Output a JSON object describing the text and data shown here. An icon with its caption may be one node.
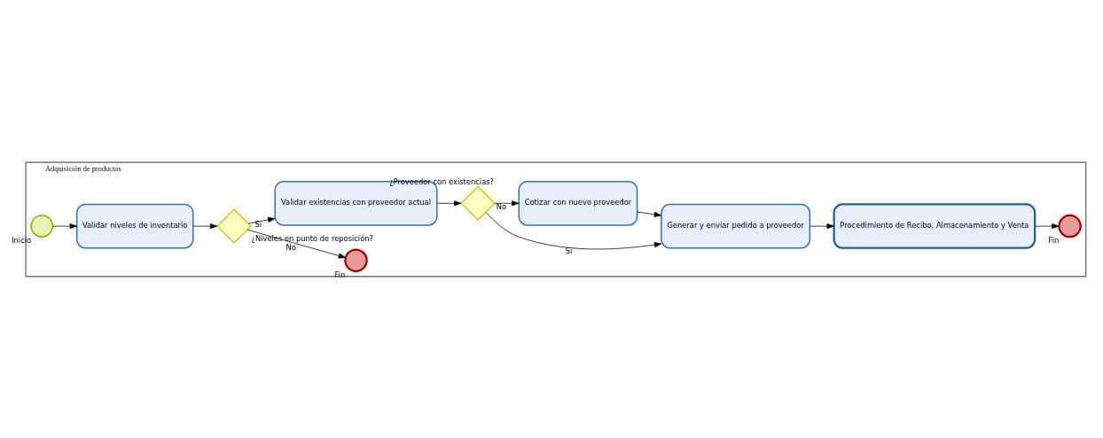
{
  "diagram": {
    "nodes": [
      {
        "text": [
          "Adquisición de productos"
        ]
      },
      {
        "text": [
          "Inicio"
        ],
        "in": 0
      },
      {
        "text": [
          "Validar niveles de inventario"
        ],
        "in": 0
      },
      {
        "text": [
          "¿Niveles en punto de reposición?"
        ],
        "in": 0
      },
      {
        "text": [
          "Fin"
        ],
        "in": 0
      },
      {
        "text": [
          "Validar existencias con proveedor actual"
        ],
        "in": 0
      },
      {
        "text": [
          "¿Proveedor con existencias?"
        ],
        "in": 0
      },
      {
        "text": [
          "Generar y enviar pedido a proveedor"
        ],
        "in": 0
      },
      {
        "text": [
          "Cotizar con nuevo proveedor"
        ],
        "in": 0
      },
      {
        "text": [
          "Procedimiento de Recibo, Almacenamiento y Venta"
        ],
        "in": 0
      },
      {
        "text": [
          "Fin"
        ],
        "in": 0
      }
    ],
    "edges": [
      {
        "from": 1,
        "to": 2,
        "arrow": "to"
      },
      {
        "from": 2,
        "to": 3,
        "arrow": "to"
      },
      {
        "from": 3,
        "to": 4,
        "arrow": "to",
        "label": "No"
      },
      {
        "from": 3,
        "to": 5,
        "arrow": "to",
        "label": "Si"
      },
      {
        "from": 5,
        "to": 6,
        "arrow": "to"
      },
      {
        "from": 6,
        "to": 7,
        "arrow": "to",
        "label": "Si"
      },
      {
        "from": 6,
        "to": 8,
        "arrow": "to",
        "label": "No"
      },
      {
        "from": 8,
        "to": 7,
        "arrow": "to"
      },
      {
        "from": 7,
        "to": 9,
        "arrow": "to"
      },
      {
        "from": 9,
        "to": 10,
        "arrow": "to"
      }
    ]
  }
}
